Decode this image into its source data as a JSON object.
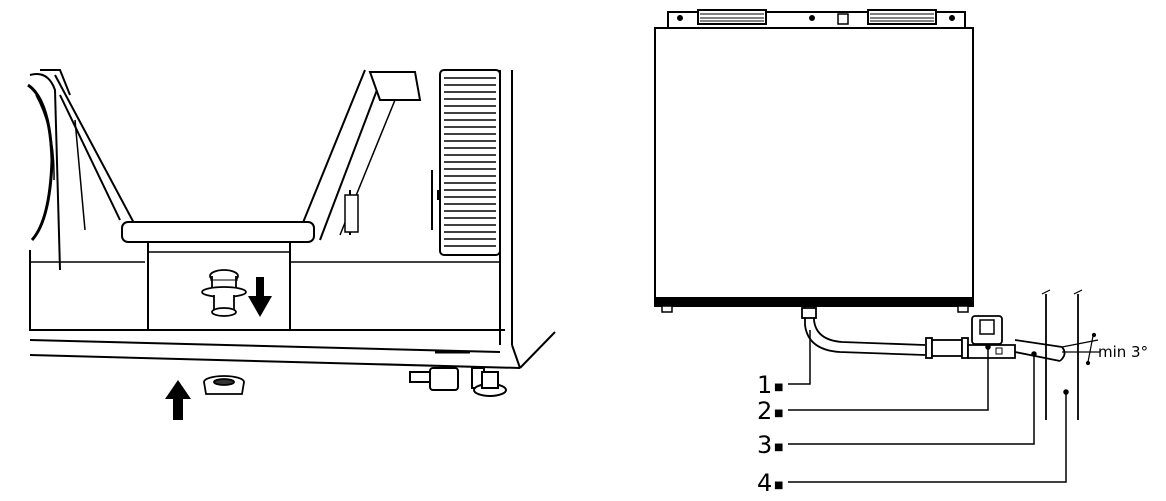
{
  "figure": {
    "left_panel": {
      "description_icons": [
        "down-arrow-icon",
        "up-arrow-icon"
      ]
    },
    "right_panel": {
      "callouts": [
        {
          "number": "1",
          "marker": "■"
        },
        {
          "number": "2",
          "marker": "■"
        },
        {
          "number": "3",
          "marker": "■"
        },
        {
          "number": "4",
          "marker": "■"
        }
      ],
      "angle_label": "min 3°"
    },
    "colors": {
      "line": "#000000",
      "background": "#ffffff",
      "shade": "#d9d9d9"
    }
  }
}
